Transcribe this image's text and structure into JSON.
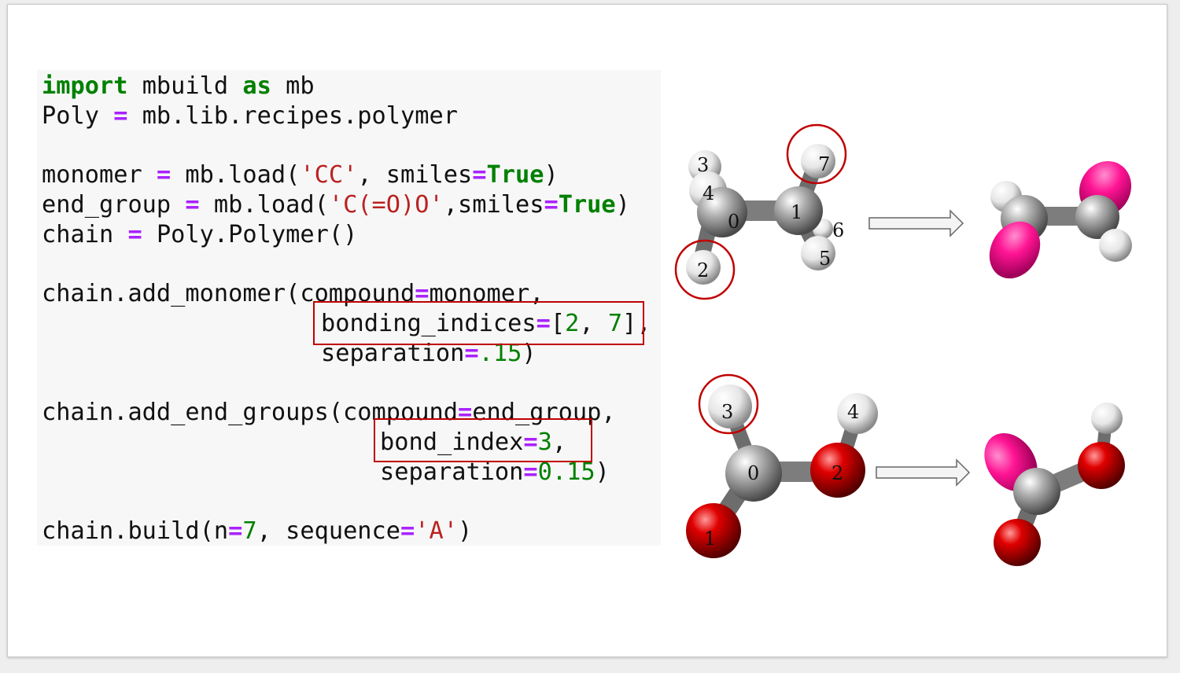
{
  "code": {
    "line1": {
      "kw1": "import",
      "t1": " mbuild ",
      "kw2": "as",
      "t2": " mb"
    },
    "line2": {
      "t1": "Poly ",
      "op1": "=",
      "t2": " mb.lib.recipes.polymer"
    },
    "line4": {
      "t1": "monomer ",
      "op1": "=",
      "t2": " mb.load(",
      "s1": "'CC'",
      "t3": ", smiles",
      "op2": "=",
      "kw1": "True",
      "t4": ")"
    },
    "line5": {
      "t1": "end_group ",
      "op1": "=",
      "t2": " mb.load(",
      "s1": "'C(=O)O'",
      "t3": ",smiles",
      "op2": "=",
      "kw1": "True",
      "t4": ")"
    },
    "line6": {
      "t1": "chain ",
      "op1": "=",
      "t2": " Poly.Polymer()"
    },
    "line8": {
      "t1": "chain.add_monomer(compound",
      "op1": "=",
      "t2": "monomer,"
    },
    "line9": {
      "t1": "bonding_indices",
      "op1": "=",
      "t2": "[",
      "n1": "2",
      "t3": ", ",
      "n2": "7",
      "t4": "],"
    },
    "line10": {
      "t1": "separation",
      "op1": "=",
      "n1": ".15",
      "t2": ")"
    },
    "line12": {
      "t1": "chain.add_end_groups(compound",
      "op1": "=",
      "t2": "end_group,"
    },
    "line13": {
      "t1": "bond_index",
      "op1": "=",
      "n1": "3",
      "t2": ","
    },
    "line14": {
      "t1": "separation",
      "op1": "=",
      "n1": "0.15",
      "t2": ")"
    },
    "line16": {
      "t1": "chain.build(n",
      "op1": "=",
      "n1": "7",
      "t2": ", sequence",
      "op2": "=",
      "s1": "'A'",
      "t3": ")"
    }
  },
  "monomer_atoms": {
    "a0": "0",
    "a1": "1",
    "a2": "2",
    "a3": "3",
    "a4": "4",
    "a5": "5",
    "a6": "6",
    "a7": "7"
  },
  "end_group_atoms": {
    "a0": "0",
    "a1": "1",
    "a2": "2",
    "a3": "3",
    "a4": "4"
  },
  "colors": {
    "keyword": "#008000",
    "operator": "#aa22ff",
    "string": "#ba2121",
    "number": "#008000",
    "highlight": "#c00000",
    "carbon": "#9a9a9a",
    "hydrogen": "#e8e8e8",
    "oxygen": "#dd0000",
    "bonded_port": "#ff1493"
  },
  "icons": [
    "right-arrow-icon"
  ]
}
